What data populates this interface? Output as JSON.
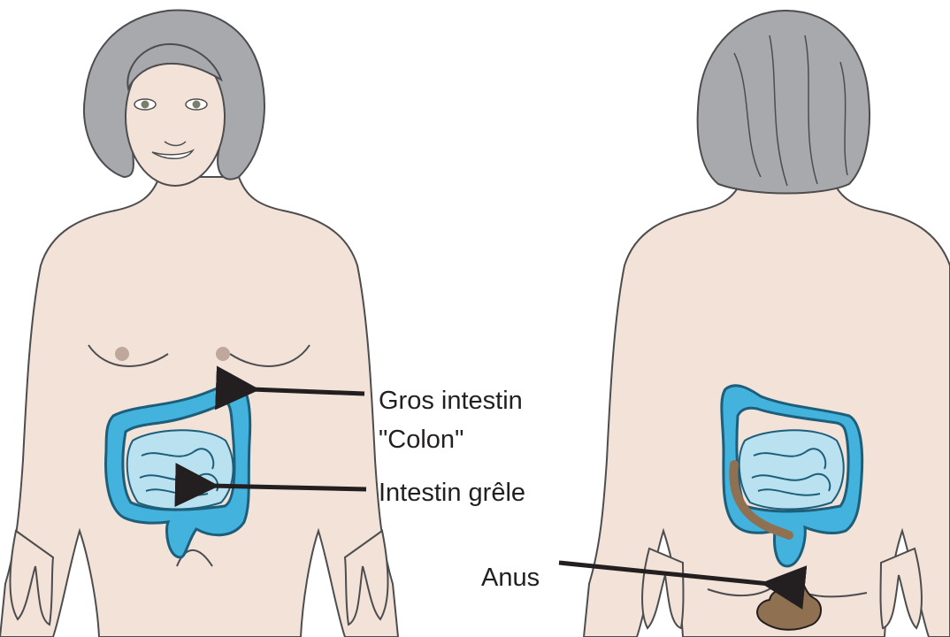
{
  "labels": {
    "large_intestine": "Gros intestin",
    "colon": "\"Colon\"",
    "small_intestine": "Intestin grêle",
    "anus": "Anus"
  },
  "colors": {
    "skin": "#f2e2d8",
    "skin_outline": "#4d4d4f",
    "hair": "#a7a9ac",
    "colon": "#43b2dc",
    "small_intestine": "#b9e1f0",
    "stool": "#8f7050",
    "arrow": "#231f20"
  },
  "figures": [
    {
      "view": "front",
      "icons": [
        "face-icon",
        "hair-icon",
        "breast-icon",
        "colon-icon",
        "small-intestine-icon"
      ]
    },
    {
      "view": "back",
      "icons": [
        "hair-icon",
        "colon-icon",
        "small-intestine-icon",
        "stool-icon"
      ]
    }
  ]
}
